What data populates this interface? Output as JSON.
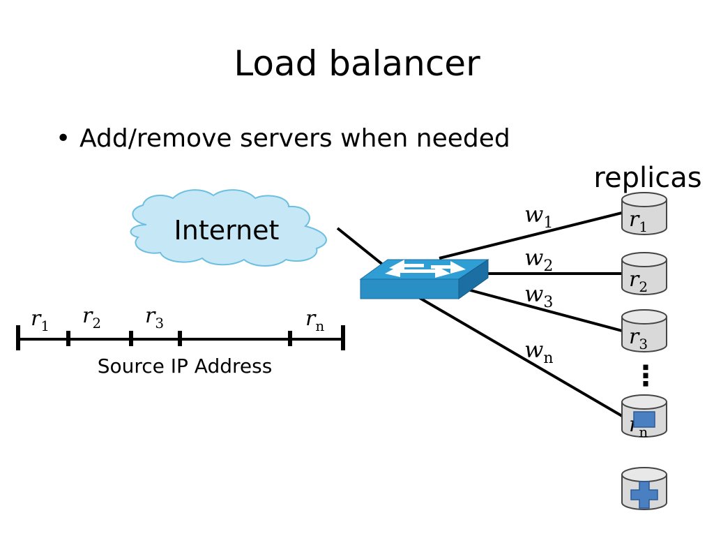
{
  "slide": {
    "title": "Load balancer",
    "bullet": "•",
    "bullet_text": "Add/remove servers when needed"
  },
  "diagram": {
    "internet_label": "Internet",
    "replicas_label": "replicas",
    "axis_label": "Source IP Address",
    "weights": [
      {
        "base": "w",
        "sub": "1"
      },
      {
        "base": "w",
        "sub": "2"
      },
      {
        "base": "w",
        "sub": "3"
      },
      {
        "base": "w",
        "sub": "n"
      }
    ],
    "ranges": [
      {
        "base": "r",
        "sub": "1"
      },
      {
        "base": "r",
        "sub": "2"
      },
      {
        "base": "r",
        "sub": "3"
      },
      {
        "base": "r",
        "sub": "n"
      }
    ],
    "servers": [
      {
        "base": "r",
        "sub": "1"
      },
      {
        "base": "r",
        "sub": "2"
      },
      {
        "base": "r",
        "sub": "3"
      },
      {
        "base": "r",
        "sub": "n"
      }
    ],
    "ellipsis": "⋮",
    "colors": {
      "cloud_fill": "#c6e7f5",
      "cloud_stroke": "#6cbfe0",
      "switch_top": "#2f9ed4",
      "switch_side": "#1b6fa3",
      "server_fill": "#d9d9d9",
      "badge_blue": "#4a7fc1"
    },
    "icons": [
      "cloud-icon",
      "network-switch-icon",
      "server-cylinder-icon",
      "add-server-icon",
      "remove-server-icon"
    ]
  }
}
